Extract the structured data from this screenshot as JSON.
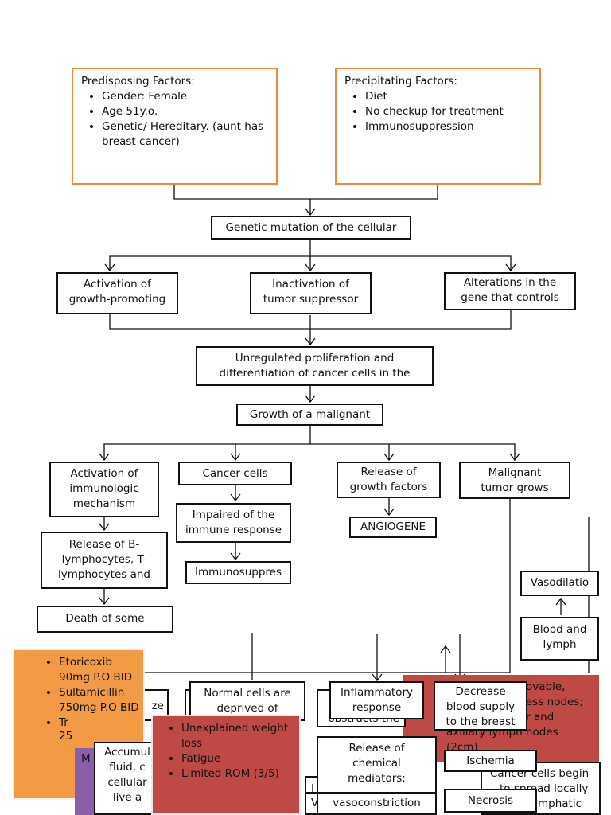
{
  "predisposing": {
    "title": "Predisposing Factors:",
    "items": [
      "Gender: Female",
      "Age 51y.o.",
      "Genetic/ Hereditary. (aunt has breast cancer)"
    ]
  },
  "precipitating": {
    "title": "Precipitating Factors:",
    "items": [
      "Diet",
      "No checkup for treatment",
      "Immunosuppression"
    ]
  },
  "nodes": {
    "genetic_mutation": "Genetic mutation of the cellular",
    "activation_growth": [
      "Activation of",
      "growth-promoting"
    ],
    "inactivation_tumor": [
      "Inactivation of",
      "tumor suppressor"
    ],
    "alterations_gene": [
      "Alterations in the",
      "gene that controls"
    ],
    "unregulated": [
      "Unregulated proliferation and",
      "differentiation of cancer cells in the"
    ],
    "growth_malignant": "Growth of a malignant",
    "activation_immunologic": [
      "Activation of",
      "immunologic",
      "mechanism"
    ],
    "cancer_cells": "Cancer cells",
    "release_growth": [
      "Release of",
      "growth factors"
    ],
    "malignant_tumor": [
      "Malignant",
      "tumor grows"
    ],
    "impaired_immune": [
      "Impaired of the",
      "immune response"
    ],
    "angiogenesis": "ANGIOGENE",
    "release_lymphocytes": [
      "Release of B-",
      "lymphocytes, T-",
      "lymphocytes and"
    ],
    "immunosuppression": "Immunosuppres",
    "vasodilation": "Vasodilatio",
    "blood_lymph": [
      "Blood and",
      "lymph"
    ],
    "death_some": "Death of some",
    "normal_cells": [
      "Normal cells are",
      "deprived of"
    ],
    "inflammatory": [
      "Inflammatory",
      "response"
    ],
    "decrease_blood": [
      "Decrease",
      "blood supply",
      "to the breast"
    ],
    "release_chemical": [
      "Release of",
      "chemical",
      "mediators;"
    ],
    "ischemia": "Ischemia",
    "vasoconstriction": "vasoconstriction",
    "necrosis": "Necrosis",
    "accumulation": [
      "Accumul",
      "fluid, c",
      "cellular",
      "live a"
    ],
    "cancer_spread": [
      "Cancer cells begin",
      "to spread locally",
      "mphatic"
    ]
  },
  "meds": {
    "items": [
      "Etoricoxib 90mg P.O BID",
      "Sultamicillin 750mg P.O BID",
      "Tr",
      "25"
    ]
  },
  "symptoms": {
    "items": [
      "Unexplained weight loss",
      "Fatigue",
      "Limited ROM (3/5)"
    ]
  },
  "fragments": {
    "purple_text": "M",
    "red_right_text": [
      "ovable,",
      "ess nodes;",
      "r and",
      "axillary lymph nodes",
      "(2cm)"
    ],
    "obstructs": "obstructs the",
    "ze": "ze",
    "i_frag": "I",
    "v_frag": "V"
  },
  "colors": {
    "orange_border": "#f0883a",
    "red_fill": "#bf4a45",
    "orange_fill": "#f39a45",
    "purple_fill": "#8a5ea8"
  }
}
